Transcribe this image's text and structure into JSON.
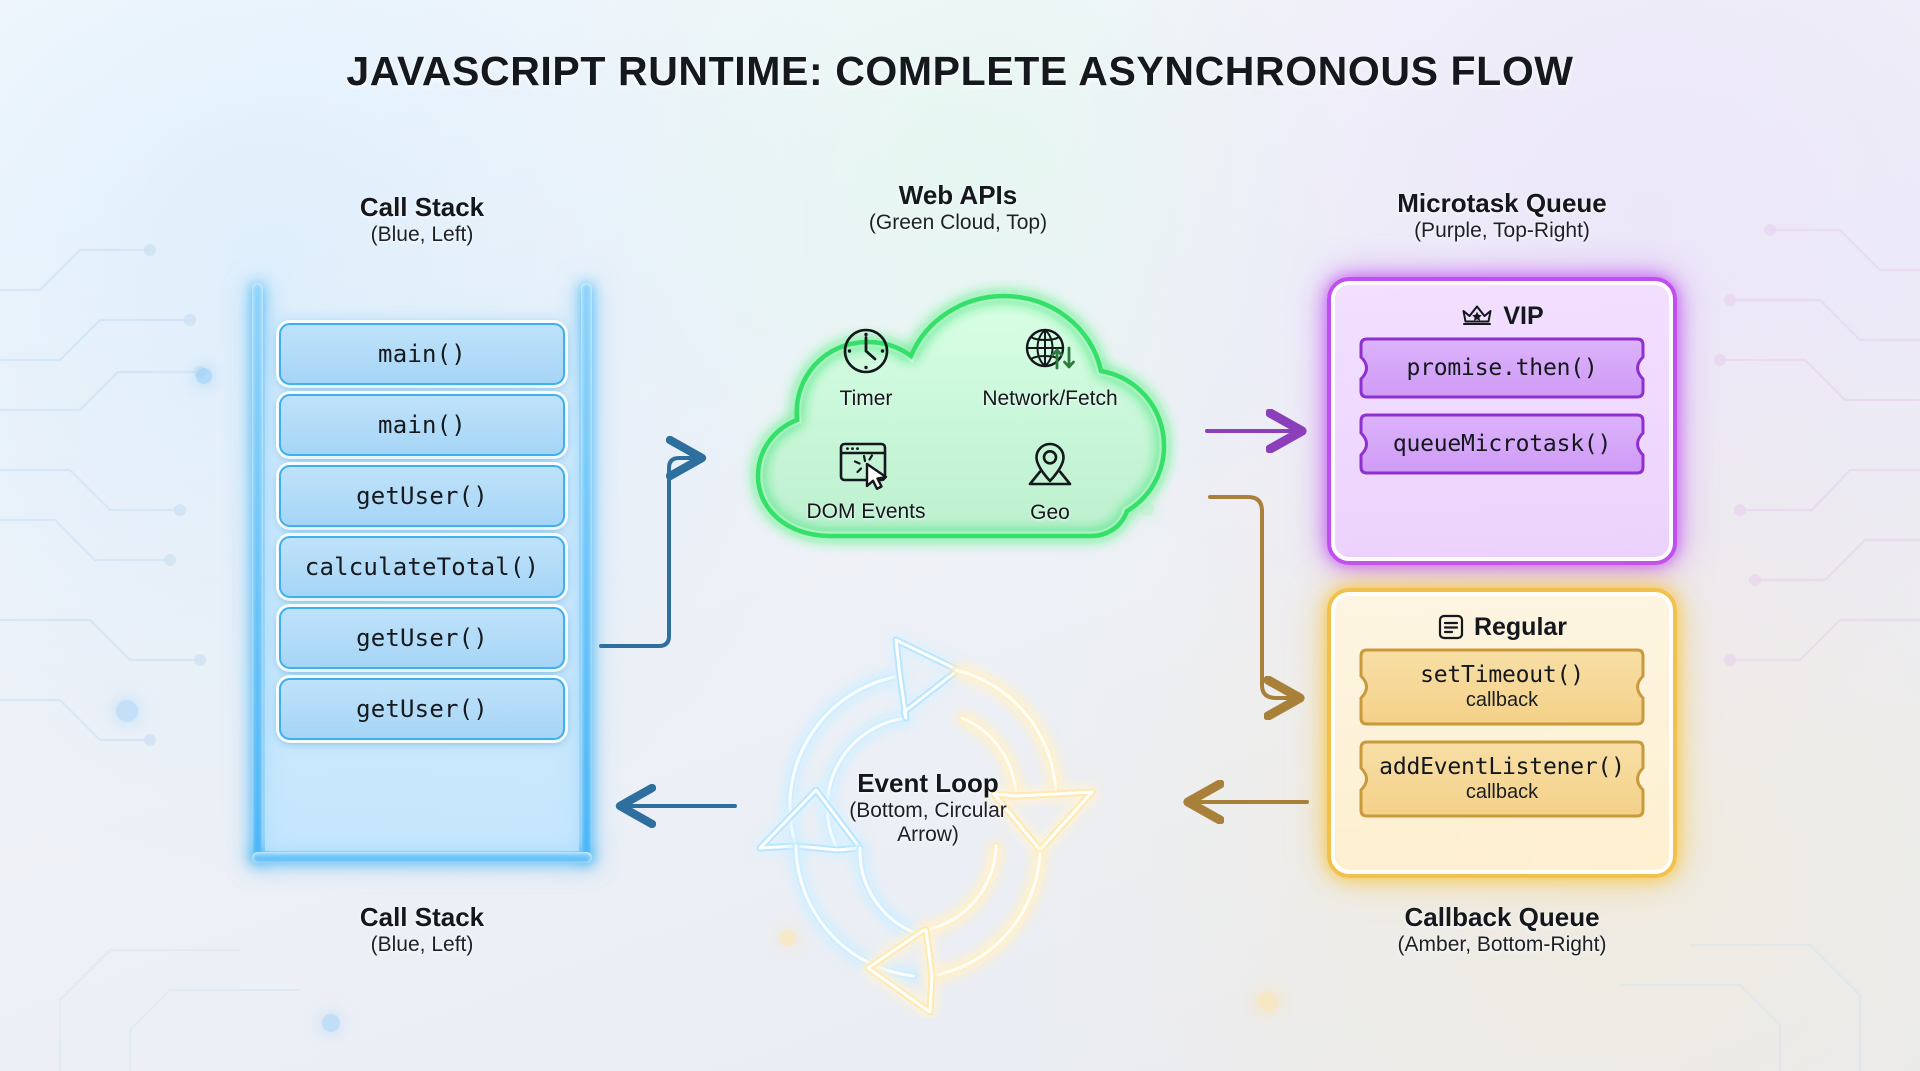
{
  "title": "JAVASCRIPT RUNTIME: COMPLETE ASYNCHRONOUS FLOW",
  "colors": {
    "call_stack": "#4cb7f7",
    "web_apis": "#3edb6a",
    "microtask": "#c04ff0",
    "callback": "#f2c14b",
    "connector_blue": "#2f6f9e",
    "connector_purple": "#8b3fba",
    "connector_amber": "#a9803a"
  },
  "call_stack": {
    "caption_top": {
      "main": "Call Stack",
      "sub": "(Blue, Left)"
    },
    "caption_bottom": {
      "main": "Call Stack",
      "sub": "(Blue, Left)"
    },
    "frames": [
      "main()",
      "main()",
      "getUser()",
      "calculateTotal()",
      "getUser()",
      "getUser()"
    ]
  },
  "web_apis": {
    "caption": {
      "main": "Web APIs",
      "sub": "(Green Cloud, Top)"
    },
    "items": [
      {
        "label": "Timer",
        "icon": "clock-icon"
      },
      {
        "label": "Network/Fetch",
        "icon": "globe-arrows-icon"
      },
      {
        "label": "DOM Events",
        "icon": "browser-cursor-icon"
      },
      {
        "label": "Geo",
        "icon": "map-pin-icon"
      }
    ]
  },
  "microtask_queue": {
    "caption": {
      "main": "Microtask Queue",
      "sub": "(Purple, Top-Right)"
    },
    "badge": {
      "label": "VIP",
      "icon": "crown-icon"
    },
    "tickets": [
      {
        "main": "promise.then()",
        "sub": ""
      },
      {
        "main": "queueMicrotask()",
        "sub": ""
      }
    ]
  },
  "callback_queue": {
    "caption": {
      "main": "Callback Queue",
      "sub": "(Amber, Bottom-Right)"
    },
    "badge": {
      "label": "Regular",
      "icon": "list-document-icon"
    },
    "tickets": [
      {
        "main": "setTimeout()",
        "sub": "callback"
      },
      {
        "main": "addEventListener()",
        "sub": "callback"
      }
    ]
  },
  "event_loop": {
    "caption": {
      "main": "Event Loop",
      "sub_line1": "(Bottom, Circular",
      "sub_line2": "Arrow)"
    }
  },
  "connectors": [
    {
      "name": "call-stack-to-web-apis",
      "color": "#2f6f9e",
      "from": "call-stack",
      "to": "web-apis"
    },
    {
      "name": "web-apis-to-microtask",
      "color": "#8b3fba",
      "from": "web-apis",
      "to": "microtask-queue"
    },
    {
      "name": "web-apis-to-callback",
      "color": "#a9803a",
      "from": "web-apis",
      "to": "callback-queue"
    },
    {
      "name": "callback-to-event-loop",
      "color": "#a9803a",
      "from": "callback-queue",
      "to": "event-loop"
    },
    {
      "name": "event-loop-to-call-stack",
      "color": "#2f6f9e",
      "from": "event-loop",
      "to": "call-stack"
    }
  ]
}
